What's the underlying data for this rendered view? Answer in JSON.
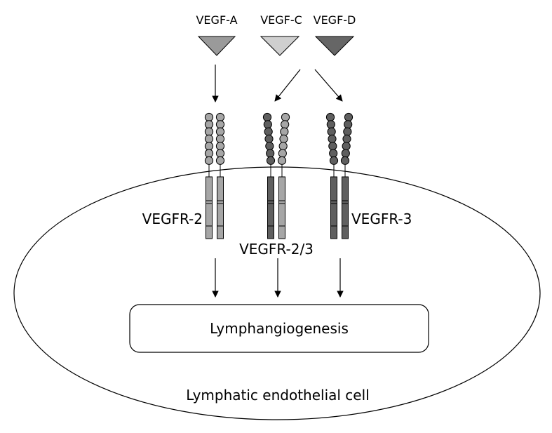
{
  "diagram": {
    "ligands": [
      {
        "id": "vegf-a",
        "label": "VEGF-A",
        "color": "#9a9a9a"
      },
      {
        "id": "vegf-c",
        "label": "VEGF-C",
        "color": "#cfcfcf"
      },
      {
        "id": "vegf-d",
        "label": "VEGF-D",
        "color": "#666666"
      }
    ],
    "receptors": [
      {
        "id": "vegfr-2",
        "label": "VEGFR-2",
        "arm_colors": [
          "#a6a6a6",
          "#a6a6a6"
        ]
      },
      {
        "id": "vegfr-2-3",
        "label": "VEGFR-2/3",
        "arm_colors": [
          "#5f5f5f",
          "#a6a6a6"
        ]
      },
      {
        "id": "vegfr-3",
        "label": "VEGFR-3",
        "arm_colors": [
          "#5f5f5f",
          "#5f5f5f"
        ]
      }
    ],
    "outcome_box": {
      "label": "Lymphangiogenesis"
    },
    "cell": {
      "label": "Lymphatic endothelial cell"
    }
  }
}
